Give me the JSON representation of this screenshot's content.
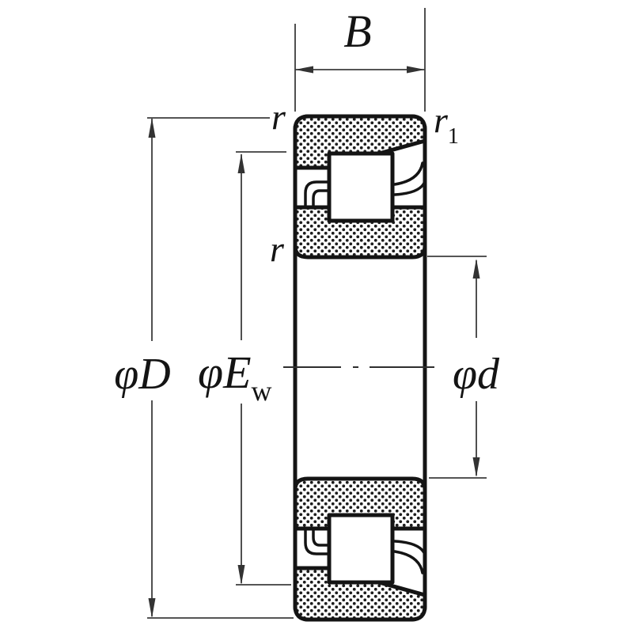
{
  "drawing": {
    "name": "Cylindrical roller bearing cross-section drawing",
    "labels": {
      "width": "B",
      "outer_diameter": "φD",
      "raceway_diameter_main": "φE",
      "raceway_diameter_sub": "w",
      "bore_diameter": "φd",
      "chamfer_outer_top": "r",
      "chamfer_outer_top_right_main": "r",
      "chamfer_outer_top_right_sub": "1",
      "chamfer_inner": "r"
    },
    "colors": {
      "ink": "#141414",
      "dimension_line": "#3d3d3d",
      "arrow": "#333333",
      "background": "#ffffff"
    }
  }
}
